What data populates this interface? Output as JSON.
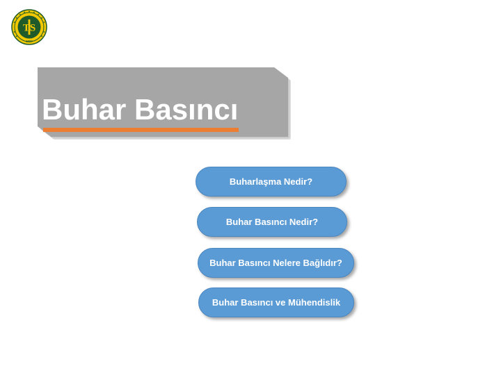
{
  "logo": {
    "icon": "university-seal-icon",
    "monogram": "TS",
    "year": "1927",
    "colors": {
      "ring": "#f2c900",
      "fill": "#1f5a2a",
      "mark": "#f2c900"
    }
  },
  "title": {
    "text": "Buhar Basıncı",
    "banner_color": "#a6a6a6",
    "underline_color": "#ed7d31"
  },
  "menu": {
    "button_color": "#5b9bd5",
    "items": [
      {
        "label": "Buharlaşma Nedir?"
      },
      {
        "label": "Buhar Basıncı Nedir?"
      },
      {
        "label": "Buhar Basıncı Nelere Bağlıdır?"
      },
      {
        "label": "Buhar Basıncı ve Mühendislik"
      }
    ]
  }
}
